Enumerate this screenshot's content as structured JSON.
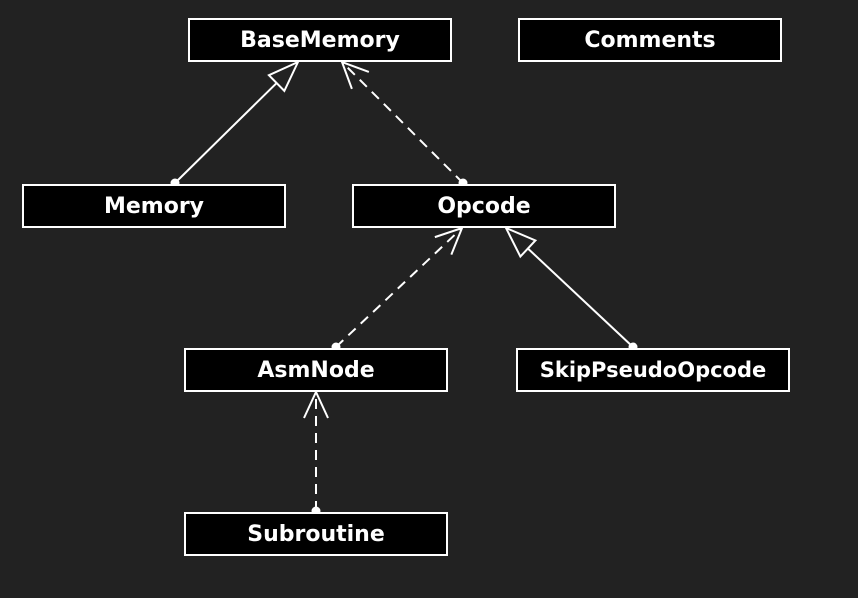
{
  "diagram": {
    "colors": {
      "background": "#222222",
      "node_fill": "#000000",
      "node_border": "#ffffff",
      "text": "#ffffff",
      "edge": "#ffffff"
    },
    "nodes": [
      {
        "id": "basememory",
        "label": "BaseMemory"
      },
      {
        "id": "comments",
        "label": "Comments"
      },
      {
        "id": "memory",
        "label": "Memory"
      },
      {
        "id": "opcode",
        "label": "Opcode"
      },
      {
        "id": "asmnode",
        "label": "AsmNode"
      },
      {
        "id": "skippseudoopcode",
        "label": "SkipPseudoOpcode"
      },
      {
        "id": "subroutine",
        "label": "Subroutine"
      }
    ],
    "edges": [
      {
        "from": "memory",
        "to": "basememory",
        "relation": "inheritance",
        "line": "solid",
        "arrow": "hollow-triangle"
      },
      {
        "from": "opcode",
        "to": "basememory",
        "relation": "dependency",
        "line": "dashed",
        "arrow": "open"
      },
      {
        "from": "asmnode",
        "to": "opcode",
        "relation": "dependency",
        "line": "dashed",
        "arrow": "open"
      },
      {
        "from": "skippseudoopcode",
        "to": "opcode",
        "relation": "inheritance",
        "line": "solid",
        "arrow": "hollow-triangle"
      },
      {
        "from": "subroutine",
        "to": "asmnode",
        "relation": "dependency",
        "line": "dashed",
        "arrow": "open"
      }
    ]
  }
}
